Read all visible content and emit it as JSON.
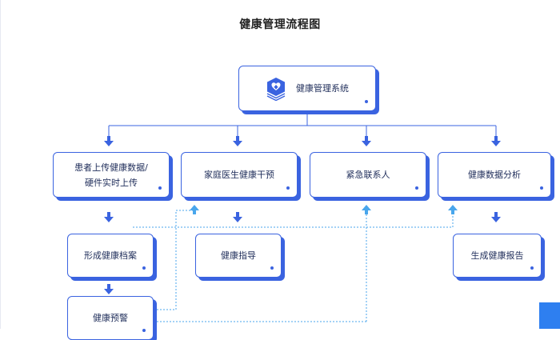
{
  "page": {
    "title": "健康管理流程图"
  },
  "nodes": {
    "root": "健康管理系统",
    "upload": "患者上传健康数据/\n硬件实时上传",
    "doctor": "家庭医生健康干预",
    "contact": "紧急联系人",
    "analysis": "健康数据分析",
    "archive": "形成健康档案",
    "guidance": "健康指导",
    "report": "生成健康报告",
    "alert": "健康预警"
  },
  "icons": {
    "root_icon": "shield-heart-icon",
    "arrow": "arrow-down-icon"
  },
  "colors": {
    "primary": "#3a63e0",
    "dashed_link": "#49a6ec",
    "arrow": "#3a63e0",
    "title": "#222222",
    "corner_accent": "#2e7ff0"
  }
}
